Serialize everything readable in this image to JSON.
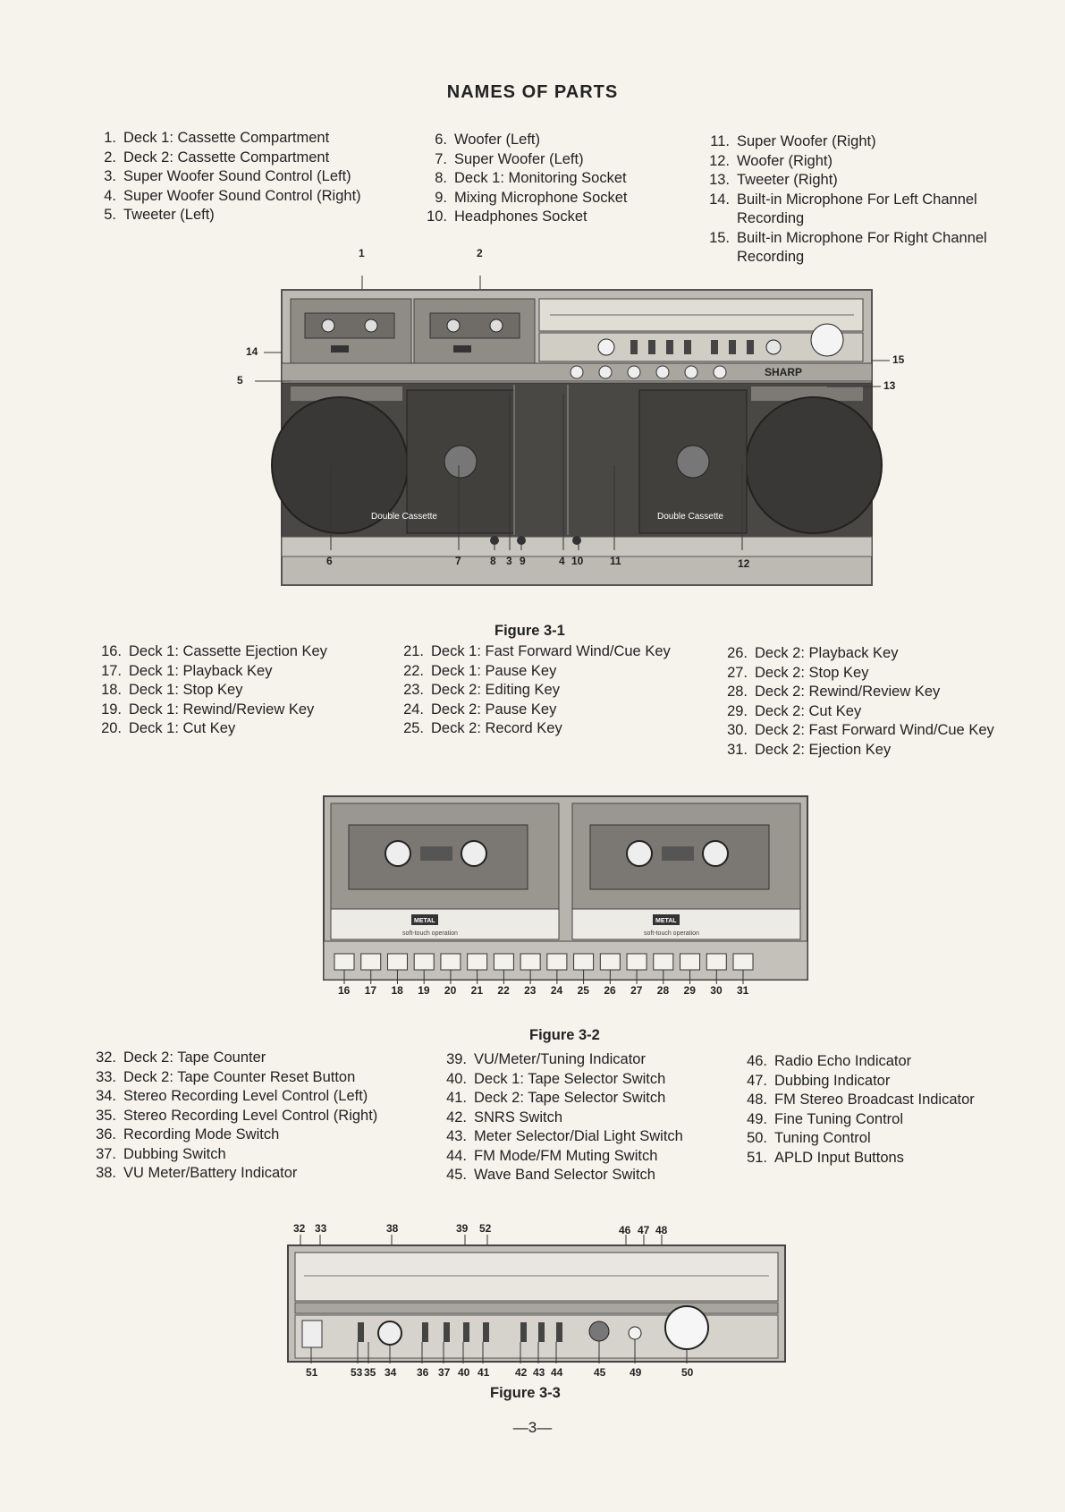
{
  "title": "NAMES OF PARTS",
  "parts_group1": {
    "col1": [
      {
        "num": "1.",
        "text": "Deck 1: Cassette Compartment"
      },
      {
        "num": "2.",
        "text": "Deck 2: Cassette Compartment"
      },
      {
        "num": "3.",
        "text": "Super Woofer Sound Control (Left)"
      },
      {
        "num": "4.",
        "text": "Super Woofer Sound Control (Right)"
      },
      {
        "num": "5.",
        "text": "Tweeter (Left)"
      }
    ],
    "col2": [
      {
        "num": "6.",
        "text": "Woofer (Left)"
      },
      {
        "num": "7.",
        "text": "Super Woofer (Left)"
      },
      {
        "num": "8.",
        "text": "Deck 1: Monitoring Socket"
      },
      {
        "num": "9.",
        "text": "Mixing Microphone Socket"
      },
      {
        "num": "10.",
        "text": "Headphones Socket"
      }
    ],
    "col3": [
      {
        "num": "11.",
        "text": "Super Woofer (Right)"
      },
      {
        "num": "12.",
        "text": "Woofer (Right)"
      },
      {
        "num": "13.",
        "text": "Tweeter (Right)"
      },
      {
        "num": "14.",
        "text": "Built-in Microphone For Left Channel Recording"
      },
      {
        "num": "15.",
        "text": "Built-in Microphone For Right Channel Recording"
      }
    ]
  },
  "figure1": {
    "caption": "Figure 3-1",
    "brand": "SHARP",
    "logo_left": "Double Cassette",
    "logo_right": "Double Cassette",
    "callouts_top": [
      "1",
      "2"
    ],
    "callouts_side": [
      "14",
      "5",
      "15",
      "13"
    ],
    "callouts_bottom": [
      "6",
      "7",
      "8",
      "3",
      "9",
      "4",
      "10",
      "11",
      "12"
    ]
  },
  "parts_group2": {
    "col1": [
      {
        "num": "16.",
        "text": "Deck 1: Cassette Ejection Key"
      },
      {
        "num": "17.",
        "text": "Deck 1: Playback Key"
      },
      {
        "num": "18.",
        "text": "Deck 1: Stop Key"
      },
      {
        "num": "19.",
        "text": "Deck 1: Rewind/Review Key"
      },
      {
        "num": "20.",
        "text": "Deck 1: Cut Key"
      }
    ],
    "col2": [
      {
        "num": "21.",
        "text": "Deck 1: Fast Forward Wind/Cue Key"
      },
      {
        "num": "22.",
        "text": "Deck 1: Pause Key"
      },
      {
        "num": "23.",
        "text": "Deck 2: Editing Key"
      },
      {
        "num": "24.",
        "text": "Deck 2: Pause Key"
      },
      {
        "num": "25.",
        "text": "Deck 2: Record Key"
      }
    ],
    "col3": [
      {
        "num": "26.",
        "text": "Deck 2: Playback Key"
      },
      {
        "num": "27.",
        "text": "Deck 2: Stop Key"
      },
      {
        "num": "28.",
        "text": "Deck 2: Rewind/Review Key"
      },
      {
        "num": "29.",
        "text": "Deck 2: Cut Key"
      },
      {
        "num": "30.",
        "text": "Deck 2: Fast Forward Wind/Cue Key"
      },
      {
        "num": "31.",
        "text": "Deck 2: Ejection Key"
      }
    ]
  },
  "figure2": {
    "caption": "Figure 3-2",
    "badge": "METAL",
    "sub": "soft-touch operation",
    "callouts": [
      "16",
      "17",
      "18",
      "19",
      "20",
      "21",
      "22",
      "23",
      "24",
      "25",
      "26",
      "27",
      "28",
      "29",
      "30",
      "31"
    ]
  },
  "parts_group3": {
    "col1": [
      {
        "num": "32.",
        "text": "Deck 2: Tape Counter"
      },
      {
        "num": "33.",
        "text": "Deck 2: Tape Counter Reset Button"
      },
      {
        "num": "34.",
        "text": "Stereo Recording Level Control (Left)"
      },
      {
        "num": "35.",
        "text": "Stereo Recording Level Control (Right)"
      },
      {
        "num": "36.",
        "text": "Recording Mode Switch"
      },
      {
        "num": "37.",
        "text": "Dubbing Switch"
      },
      {
        "num": "38.",
        "text": "VU Meter/Battery Indicator"
      }
    ],
    "col2": [
      {
        "num": "39.",
        "text": "VU/Meter/Tuning Indicator"
      },
      {
        "num": "40.",
        "text": "Deck 1: Tape Selector Switch"
      },
      {
        "num": "41.",
        "text": "Deck 2: Tape Selector Switch"
      },
      {
        "num": "42.",
        "text": "SNRS Switch"
      },
      {
        "num": "43.",
        "text": "Meter Selector/Dial Light Switch"
      },
      {
        "num": "44.",
        "text": "FM Mode/FM Muting Switch"
      },
      {
        "num": "45.",
        "text": "Wave Band Selector Switch"
      }
    ],
    "col3": [
      {
        "num": "46.",
        "text": "Radio Echo Indicator"
      },
      {
        "num": "47.",
        "text": "Dubbing Indicator"
      },
      {
        "num": "48.",
        "text": "FM Stereo Broadcast Indicator"
      },
      {
        "num": "49.",
        "text": "Fine Tuning Control"
      },
      {
        "num": "50.",
        "text": "Tuning Control"
      },
      {
        "num": "51.",
        "text": "APLD Input Buttons"
      }
    ]
  },
  "figure3": {
    "caption": "Figure 3-3",
    "callouts_top": [
      "32",
      "33",
      "38",
      "39",
      "52",
      "46",
      "47",
      "48"
    ],
    "callouts_bottom": [
      "51",
      "53",
      "35",
      "34",
      "36",
      "37",
      "40",
      "41",
      "42",
      "43",
      "44",
      "45",
      "49",
      "50"
    ]
  },
  "page_number": "—3—"
}
